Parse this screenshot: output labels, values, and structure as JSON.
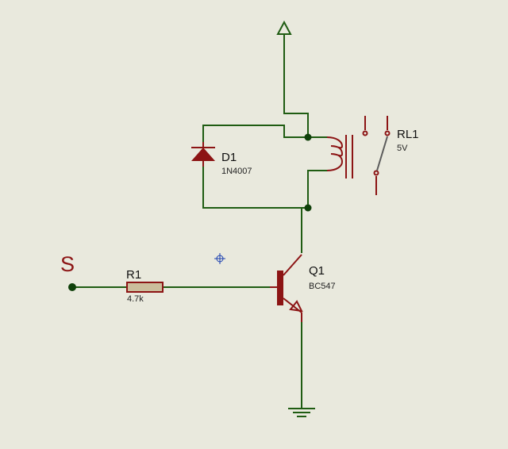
{
  "components": {
    "diode": {
      "ref": "D1",
      "value": "1N4007"
    },
    "relay": {
      "ref": "RL1",
      "value": "5V"
    },
    "transistor": {
      "ref": "Q1",
      "value": "BC547"
    },
    "resistor": {
      "ref": "R1",
      "value": "4.7k"
    }
  },
  "input_label": "S",
  "colors": {
    "background": "#e9e9dd",
    "wire": "#1f5c12",
    "component": "#8c1414",
    "junction": "#0f400a",
    "cursor": "#1a3fb0"
  }
}
